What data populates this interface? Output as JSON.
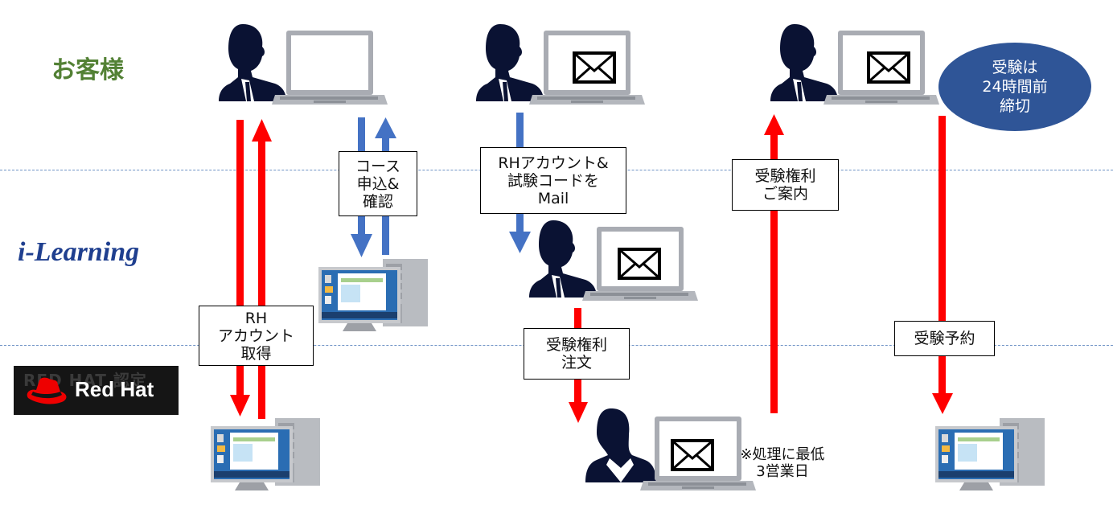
{
  "lanes": {
    "customer": "お客様",
    "ilearning": "i-Learning",
    "redhat": "Red Hat",
    "redhat_watermark": "RED HAT 認定"
  },
  "colors": {
    "customer_label": "#538135",
    "red_arrow": "#ff0000",
    "blue_arrow": "#4472c4",
    "divider": "#6f93c6",
    "oval_fill": "#2f5597",
    "ilearning_logo": "#1f3f8f",
    "redhat_bg": "#151515",
    "redhat_red": "#ee0000"
  },
  "steps": [
    {
      "id": "rh-account",
      "label": "RH\nアカウント\n取得",
      "color": "red",
      "direction": "both",
      "from": "お客様",
      "to": "Red Hat"
    },
    {
      "id": "course-apply",
      "label": "コース\n申込&\n確認",
      "color": "blue",
      "direction": "both",
      "from": "お客様",
      "to": "i-Learning"
    },
    {
      "id": "mail-code",
      "label": "RHアカウント&\n試験コードを\nMail",
      "color": "blue",
      "direction": "down",
      "from": "お客様",
      "to": "i-Learning"
    },
    {
      "id": "order-rights",
      "label": "受験権利\n注文",
      "color": "red",
      "direction": "down",
      "from": "i-Learning",
      "to": "Red Hat"
    },
    {
      "id": "rights-notice",
      "label": "受験権利\nご案内",
      "color": "red",
      "direction": "up",
      "from": "Red Hat",
      "to": "お客様"
    },
    {
      "id": "exam-booking",
      "label": "受験予約",
      "color": "red",
      "direction": "down",
      "from": "お客様",
      "to": "Red Hat"
    }
  ],
  "oval": {
    "text": "受験は\n24時間前\n締切"
  },
  "note": {
    "text": "※処理に最低\n3営業日"
  },
  "icons": {
    "mail": "envelope-icon",
    "person_laptop": "person-laptop-icon",
    "desktop_pc": "desktop-pc-icon"
  }
}
